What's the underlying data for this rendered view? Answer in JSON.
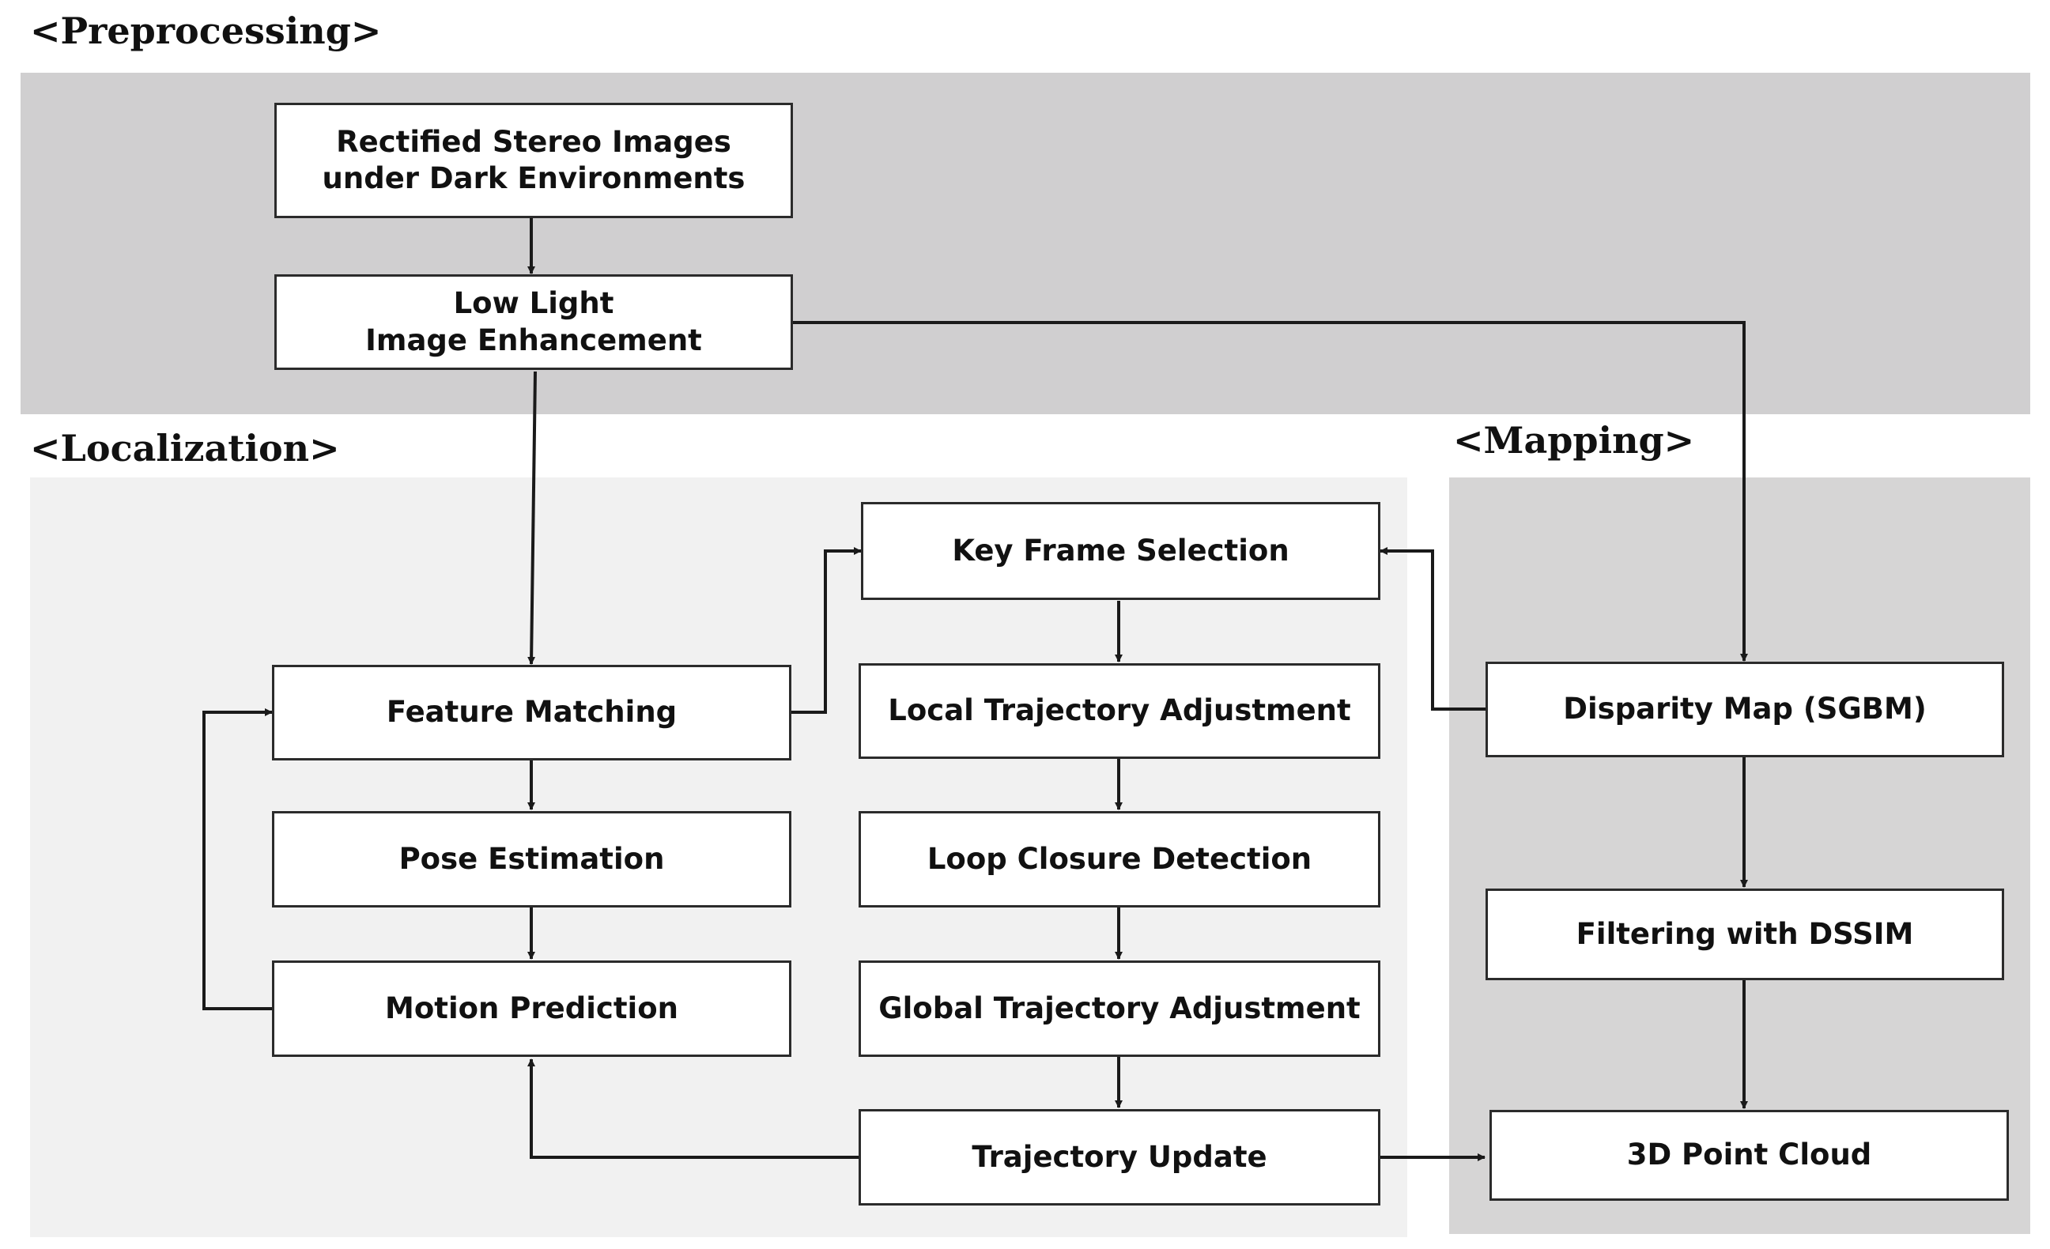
{
  "sections": {
    "preprocessing": {
      "title": "<Preprocessing>",
      "color": "#d0cfd0"
    },
    "localization": {
      "title": "<Localization>",
      "color": "#f1f1f1"
    },
    "mapping": {
      "title": "<Mapping>",
      "color": "#d6d5d5"
    }
  },
  "nodes": {
    "rectified": "Rectified Stereo Images\nunder Dark Environments",
    "low_light": "Low Light\nImage Enhancement",
    "feature_matching": "Feature Matching",
    "pose_estimation": "Pose Estimation",
    "motion_prediction": "Motion Prediction",
    "key_frame": "Key Frame Selection",
    "local_traj": "Local Trajectory Adjustment",
    "loop_closure": "Loop Closure Detection",
    "global_traj": "Global Trajectory Adjustment",
    "traj_update": "Trajectory Update",
    "disparity": "Disparity Map (SGBM)",
    "filtering": "Filtering with DSSIM",
    "point_cloud": "3D Point Cloud"
  },
  "edges": [
    {
      "from": "rectified",
      "to": "low_light"
    },
    {
      "from": "low_light",
      "to": "feature_matching"
    },
    {
      "from": "low_light",
      "to": "disparity"
    },
    {
      "from": "feature_matching",
      "to": "pose_estimation"
    },
    {
      "from": "pose_estimation",
      "to": "motion_prediction"
    },
    {
      "from": "motion_prediction",
      "to": "feature_matching"
    },
    {
      "from": "feature_matching",
      "to": "key_frame"
    },
    {
      "from": "key_frame",
      "to": "local_traj"
    },
    {
      "from": "local_traj",
      "to": "loop_closure"
    },
    {
      "from": "loop_closure",
      "to": "global_traj"
    },
    {
      "from": "global_traj",
      "to": "traj_update"
    },
    {
      "from": "traj_update",
      "to": "motion_prediction"
    },
    {
      "from": "traj_update",
      "to": "point_cloud"
    },
    {
      "from": "disparity",
      "to": "key_frame"
    },
    {
      "from": "disparity",
      "to": "filtering"
    },
    {
      "from": "filtering",
      "to": "point_cloud"
    }
  ],
  "colors": {
    "line": "#1a1a1a",
    "box_border": "#2b2b2b",
    "box_fill": "#ffffff"
  }
}
